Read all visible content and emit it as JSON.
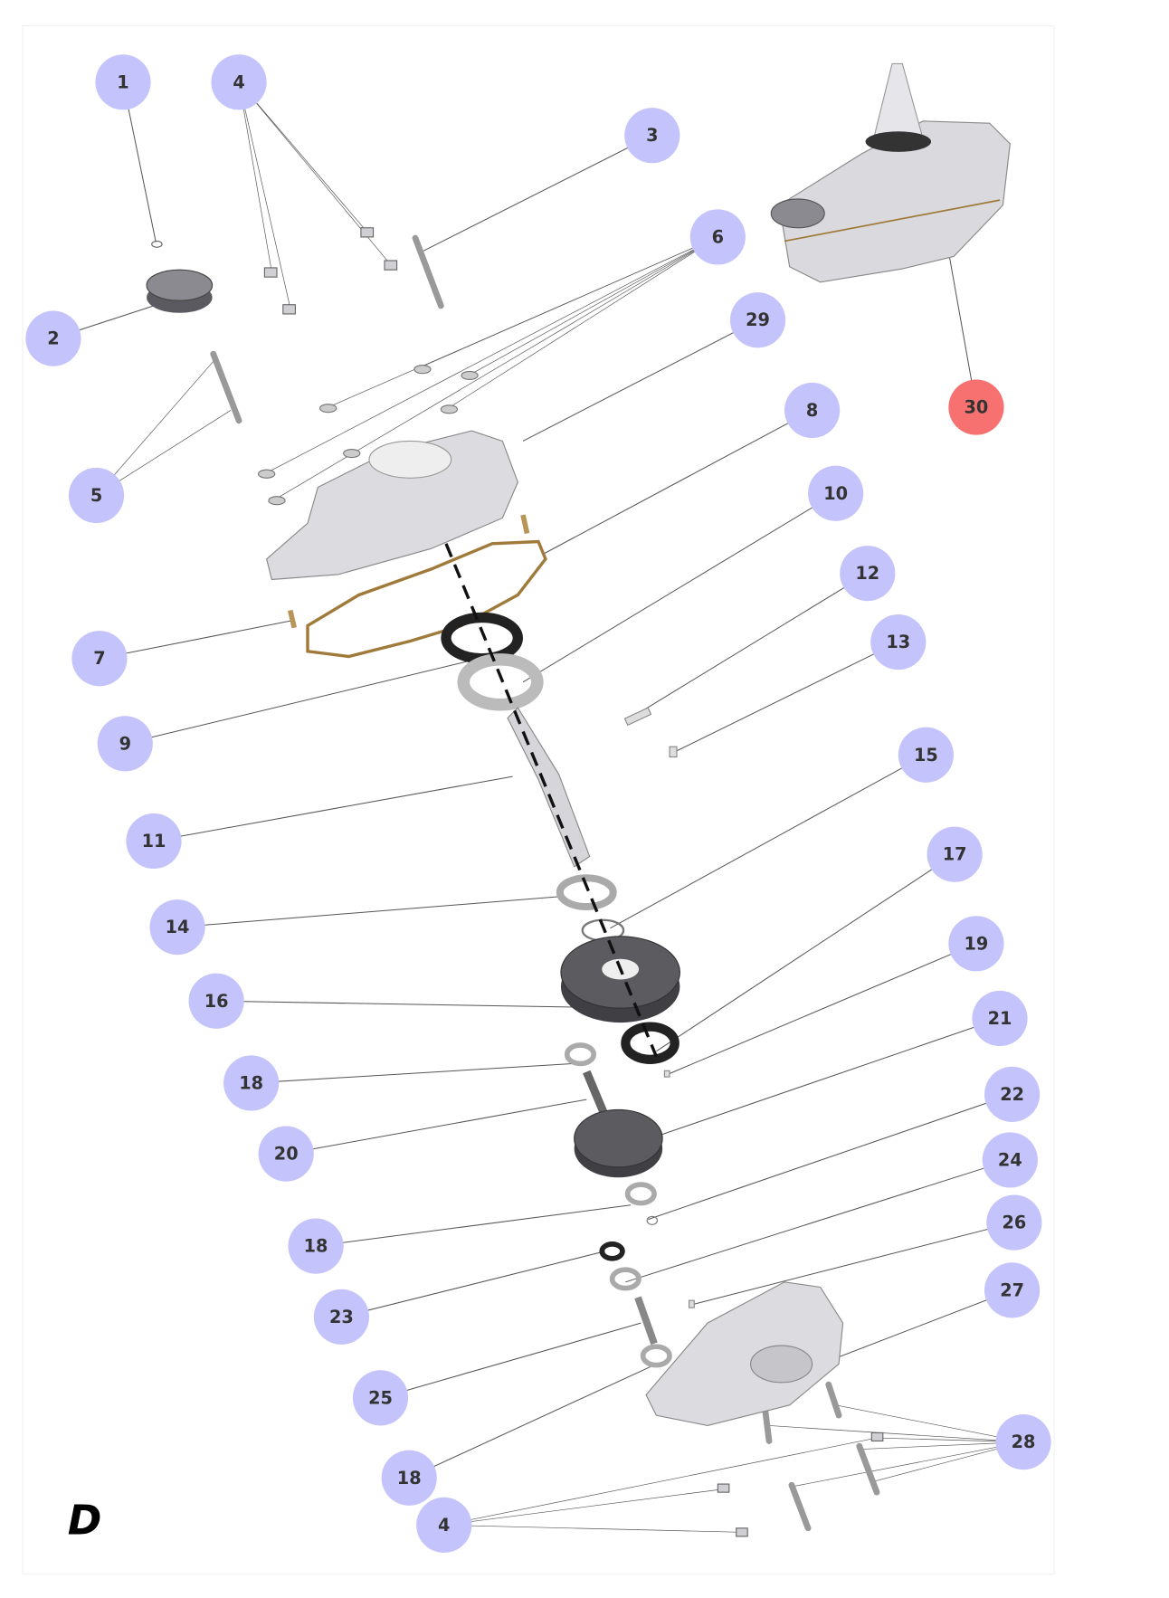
{
  "sheet_label": "D",
  "colors": {
    "bubble": "#c4c3fb",
    "bubble_highlight": "#f87171",
    "leader": "#555555",
    "gasket": "#a07a3a",
    "metal": "#d4d4d8",
    "dark_part": "#4b4b50"
  },
  "callouts": [
    {
      "id": "c1",
      "label": "1"
    },
    {
      "id": "c4a",
      "label": "4"
    },
    {
      "id": "c3",
      "label": "3"
    },
    {
      "id": "c6",
      "label": "6"
    },
    {
      "id": "c2",
      "label": "2"
    },
    {
      "id": "c29",
      "label": "29"
    },
    {
      "id": "c30",
      "label": "30",
      "highlighted": true
    },
    {
      "id": "c8",
      "label": "8"
    },
    {
      "id": "c5",
      "label": "5"
    },
    {
      "id": "c10",
      "label": "10"
    },
    {
      "id": "c12",
      "label": "12"
    },
    {
      "id": "c13",
      "label": "13"
    },
    {
      "id": "c7",
      "label": "7"
    },
    {
      "id": "c9",
      "label": "9"
    },
    {
      "id": "c15",
      "label": "15"
    },
    {
      "id": "c11",
      "label": "11"
    },
    {
      "id": "c17",
      "label": "17"
    },
    {
      "id": "c14",
      "label": "14"
    },
    {
      "id": "c19",
      "label": "19"
    },
    {
      "id": "c16",
      "label": "16"
    },
    {
      "id": "c21",
      "label": "21"
    },
    {
      "id": "c18a",
      "label": "18"
    },
    {
      "id": "c22",
      "label": "22"
    },
    {
      "id": "c20",
      "label": "20"
    },
    {
      "id": "c24",
      "label": "24"
    },
    {
      "id": "c18b",
      "label": "18"
    },
    {
      "id": "c26",
      "label": "26"
    },
    {
      "id": "c23",
      "label": "23"
    },
    {
      "id": "c27",
      "label": "27"
    },
    {
      "id": "c25",
      "label": "25"
    },
    {
      "id": "c28",
      "label": "28"
    },
    {
      "id": "c18c",
      "label": "18"
    },
    {
      "id": "c4b",
      "label": "4"
    }
  ]
}
